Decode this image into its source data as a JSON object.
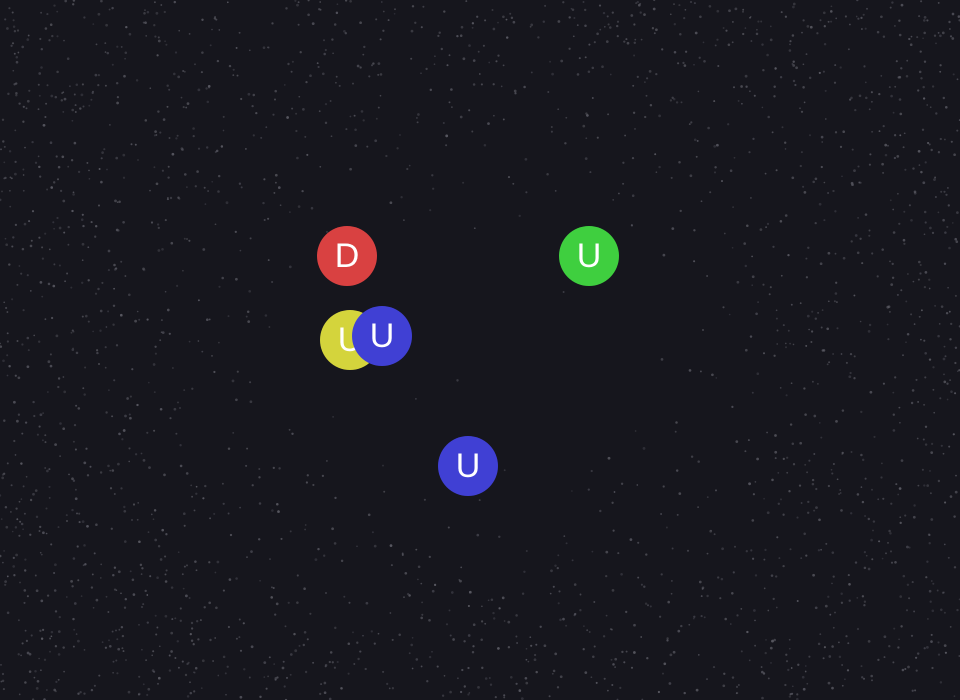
{
  "colors": {
    "background": "#16161d",
    "speckle": "#5a5a63",
    "red": "#d94141",
    "green": "#3fcf3f",
    "yellow": "#d4d43c",
    "blue": "#4040d4",
    "label": "#ffffff"
  },
  "nodes": [
    {
      "label": "D",
      "color": "red"
    },
    {
      "label": "U",
      "color": "green"
    },
    {
      "label": "U",
      "color": "yellow"
    },
    {
      "label": "U",
      "color": "blue"
    },
    {
      "label": "U",
      "color": "blue"
    }
  ]
}
